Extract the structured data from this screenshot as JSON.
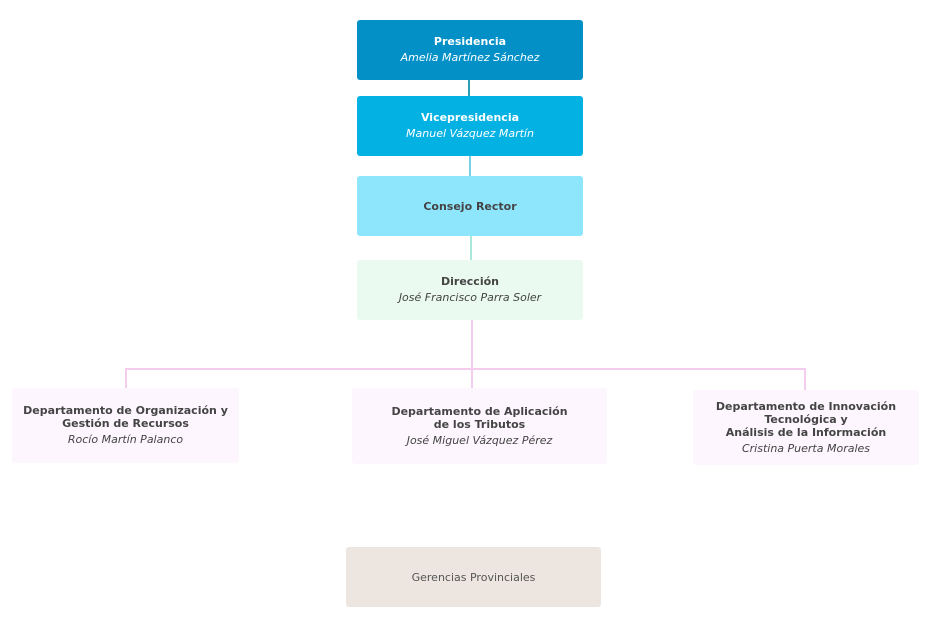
{
  "presidencia": {
    "title": "Presidencia",
    "person": "Amelia Martínez Sánchez"
  },
  "vicepresidencia": {
    "title": "Vicepresidencia",
    "person": "Manuel Vázquez Martín"
  },
  "consejo_rector": {
    "title": "Consejo Rector"
  },
  "direccion": {
    "title": "Dirección",
    "person": "José Francisco Parra Soler"
  },
  "departamentos": [
    {
      "title": "Departamento de Organización y\nGestión de Recursos",
      "person": "Rocío Martín Palanco"
    },
    {
      "title": "Departamento de Aplicación\nde los Tributos",
      "person": "José Miguel Vázquez Pérez"
    },
    {
      "title": "Departamento de Innovación\nTecnológica y\nAnálisis de la Información",
      "person": "Cristina Puerta Morales"
    }
  ],
  "gerencias": {
    "title": "Gerencias Provinciales"
  },
  "colors": {
    "presidencia": "#0290c6",
    "vicepresidencia": "#04b1e3",
    "consejo_rector": "#8ee6fd",
    "direccion": "#ebfaf1",
    "departamento": "#fdf6fe",
    "gerencias": "#ede6e0",
    "connector_departamentos": "#f4cdee"
  }
}
